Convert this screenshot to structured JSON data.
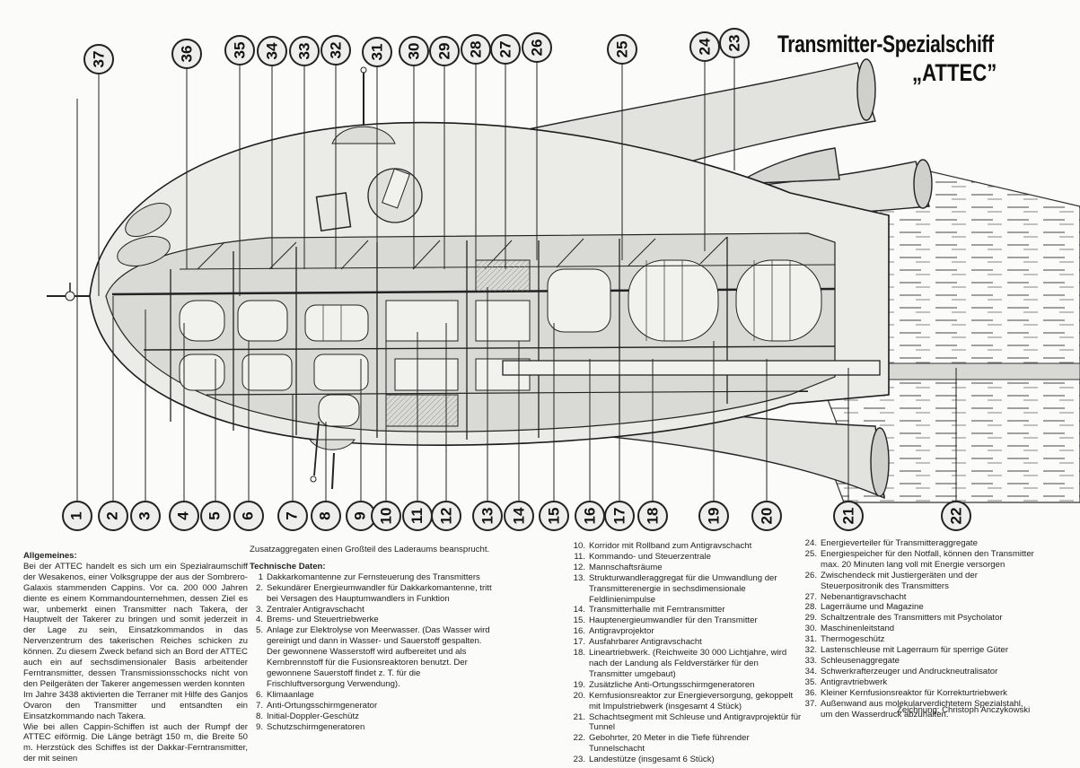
{
  "header": {
    "title": "Transmitter-Spezialschiff",
    "subtitle": "„ATTEC”"
  },
  "callouts": {
    "bottom": [
      "1",
      "2",
      "3",
      "4",
      "5",
      "6",
      "7",
      "8",
      "9",
      "10",
      "11",
      "12",
      "13",
      "14",
      "15",
      "16",
      "17",
      "18",
      "19",
      "20",
      "21",
      "22"
    ],
    "top": [
      "37",
      "36",
      "35",
      "34",
      "33",
      "32",
      "31",
      "30",
      "29",
      "28",
      "27",
      "26",
      "25",
      "24",
      "23"
    ]
  },
  "general": {
    "heading": "Allgemeines:",
    "paragraphs": [
      "Bei der ATTEC handelt es sich um ein Spezialraumschiff der Wesakenos, einer Volksgruppe der aus der Sombrero-Galaxis stammenden Cappins. Vor ca. 200 000 Jahren diente es einem Kommandounternehmen, dessen Ziel es war, unbemerkt einen Transmitter nach Takera, der Hauptwelt der Takerer zu bringen und somit jederzeit in der Lage zu sein, Einsatzkommandos in das Nervenzentrum des takerischen Reiches schicken zu können. Zu diesem Zweck befand sich an Bord der ATTEC auch ein auf sechsdimensionaler Basis arbeitender Ferntransmitter, dessen Transmissionsschocks nicht von den Peilgeräten der Takerer angemessen werden konnten",
      "Im Jahre 3438 aktivierten die Terraner mit Hilfe des Ganjos Ovaron den Transmitter und entsandten ein Einsatzkommando nach Takera.",
      "Wie bei allen Cappin-Schiffen ist auch der Rumpf der ATTEC eiförmig. Die Länge beträgt 150 m, die Breite 50 m. Herzstück des Schiffes ist der Dakkar-Ferntransmitter, der mit seinen"
    ],
    "continuation": "Zusatzaggregaten einen Großteil des Laderaums beansprucht."
  },
  "technical": {
    "heading": "Technische Daten:",
    "items": [
      {
        "n": "1",
        "text": "Dakkarkomantenne zur Fernsteuerung des Transmitters"
      },
      {
        "n": "2.",
        "text": "Sekundärer Energieumwandler für Dakkarkomantenne, tritt bei Versagen des Hauptumwandlers in Funktion"
      },
      {
        "n": "3.",
        "text": "Zentraler Antigravschacht"
      },
      {
        "n": "4.",
        "text": "Brems- und Steuertriebwerke"
      },
      {
        "n": "5.",
        "text": "Anlage zur Elektrolyse von Meerwasser. (Das Wasser wird gereinigt und dann in Wasser- und Sauerstoff gespalten. Der gewonnene Wasserstoff wird aufbereitet und als Kernbrennstoff für die Fusionsreaktoren benutzt. Der gewonnene Sauerstoff findet z. T. für die Frischluftversorgung Verwendung)."
      },
      {
        "n": "6.",
        "text": "Klimaanlage"
      },
      {
        "n": "7.",
        "text": "Anti-Ortungsschirmgenerator"
      },
      {
        "n": "8.",
        "text": "Initial-Doppler-Geschütz"
      },
      {
        "n": "9.",
        "text": "Schutzschirmgeneratoren"
      },
      {
        "n": "10.",
        "text": "Korridor mit Rollband zum Antigravschacht"
      },
      {
        "n": "11.",
        "text": "Kommando- und Steuerzentrale"
      },
      {
        "n": "12.",
        "text": "Mannschaftsräume"
      },
      {
        "n": "13.",
        "text": "Strukturwandleraggregat für die Umwandlung der Transmitterenergie in sechsdimensionale Feldlinienimpulse"
      },
      {
        "n": "14.",
        "text": "Transmitterhalle mit Ferntransmitter"
      },
      {
        "n": "15.",
        "text": "Hauptenergieumwandler für den Transmitter"
      },
      {
        "n": "16.",
        "text": "Antigravprojektor"
      },
      {
        "n": "17.",
        "text": "Ausfahrbarer Antigravschacht"
      },
      {
        "n": "18.",
        "text": "Lineartriebwerk. (Reichweite 30 000 Lichtjahre, wird nach der Landung als Feldverstärker für den Transmitter umgebaut)"
      },
      {
        "n": "19.",
        "text": "Zusätzliche Anti-Ortungsschirmgeneratoren"
      },
      {
        "n": "20.",
        "text": "Kernfusionsreaktor zur Energieversorgung, gekoppelt mit Impulstriebwerk (insgesamt 4 Stück)"
      },
      {
        "n": "21.",
        "text": "Schachtsegment mit Schleuse und Antigravprojektür für Tunnel"
      },
      {
        "n": "22.",
        "text": "Gebohrter, 20 Meter in die Tiefe führender Tunnelschacht"
      },
      {
        "n": "23.",
        "text": "Landestütze (insgesamt 6 Stück)"
      },
      {
        "n": "24.",
        "text": "Energieverteiler für Transmitteraggregate"
      },
      {
        "n": "25.",
        "text": "Energiespeicher für den Notfall, können den Transmitter max. 20 Minuten lang voll mit Energie versorgen"
      },
      {
        "n": "26.",
        "text": "Zwischendeck mit Justiergeräten und der Steuerpositronik des Transmitters"
      },
      {
        "n": "27.",
        "text": "Nebenantigravschacht"
      },
      {
        "n": "28.",
        "text": "Lagerräume und Magazine"
      },
      {
        "n": "29.",
        "text": "Schaltzentrale des Transmitters mit Psycholator"
      },
      {
        "n": "30.",
        "text": "Maschinenleitstand"
      },
      {
        "n": "31.",
        "text": "Thermogeschütz"
      },
      {
        "n": "32.",
        "text": "Lastenschleuse mit Lagerraum für sperrige Güter"
      },
      {
        "n": "33.",
        "text": "Schleusenaggregate"
      },
      {
        "n": "34.",
        "text": "Schwerkrafterzeuger und Andruckneutralisator"
      },
      {
        "n": "35.",
        "text": "Antigravtriebwerk"
      },
      {
        "n": "36.",
        "text": "Kleiner Kernfusionsreaktor für Korrekturtriebwerk"
      },
      {
        "n": "37.",
        "text": "Außenwand aus molekularverdichtetem Spezialstahl, um den Wasserdruck abzuhalten."
      }
    ]
  },
  "credit": "Zeichnung: Christoph Anczykowski"
}
